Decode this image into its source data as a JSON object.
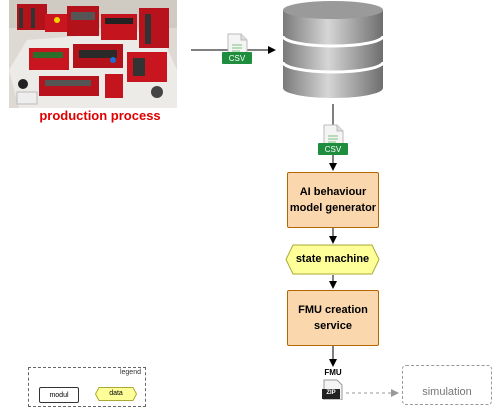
{
  "photo": {
    "caption": "production process"
  },
  "files": {
    "csv_top": "CSV",
    "csv_mid": "CSV",
    "fmu_title": "FMU",
    "fmu_badge": "ZIP"
  },
  "nodes": {
    "ai_generator": {
      "line1": "AI behaviour",
      "line2": "model generator"
    },
    "state_machine": "state machine",
    "fmu_service": {
      "line1": "FMU creation",
      "line2": "service"
    },
    "simulation": "simulation"
  },
  "legend": {
    "title": "legend",
    "modul": "modul",
    "data": "data"
  },
  "colors": {
    "module_fill": "#fad7ac",
    "module_stroke": "#b46504",
    "data_fill": "#ffff99",
    "csv_green": "#1e8e3e",
    "caption_red": "#e00000"
  }
}
